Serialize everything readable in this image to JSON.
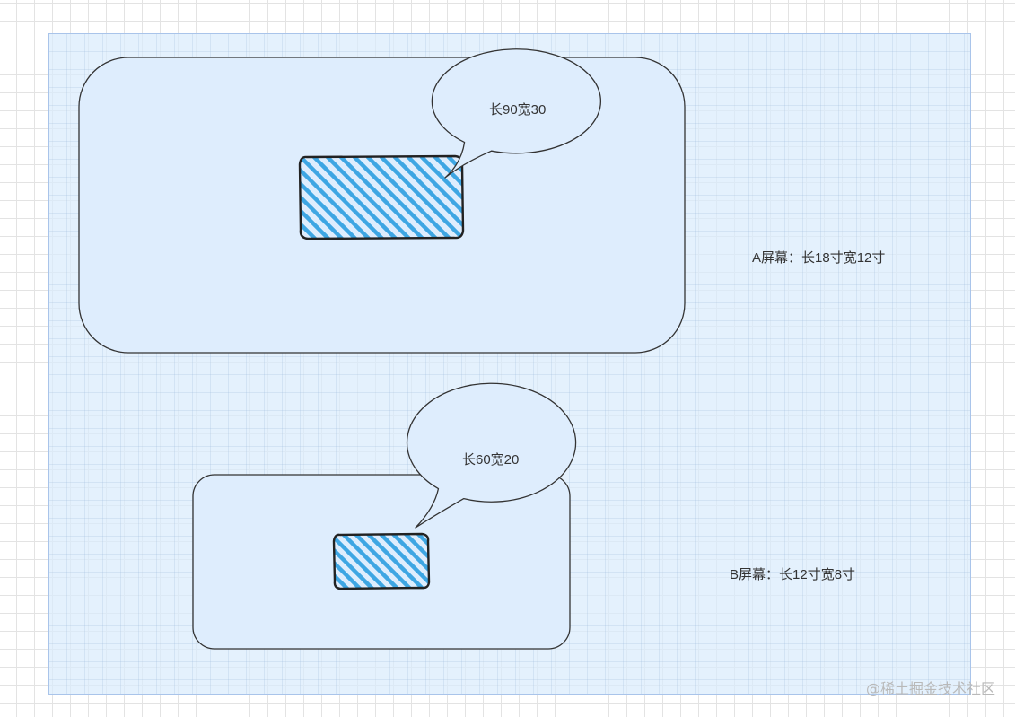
{
  "screen_a": {
    "label": "A屏幕：长18寸宽12寸",
    "callout": "长90宽30"
  },
  "screen_b": {
    "label": "B屏幕：长12寸宽8寸",
    "callout": "长60宽20"
  },
  "watermark": "@稀土掘金技术社区",
  "colors": {
    "canvas_fill": "#dbebfc",
    "hatch": "#3ea6e3",
    "outline": "#222222"
  }
}
